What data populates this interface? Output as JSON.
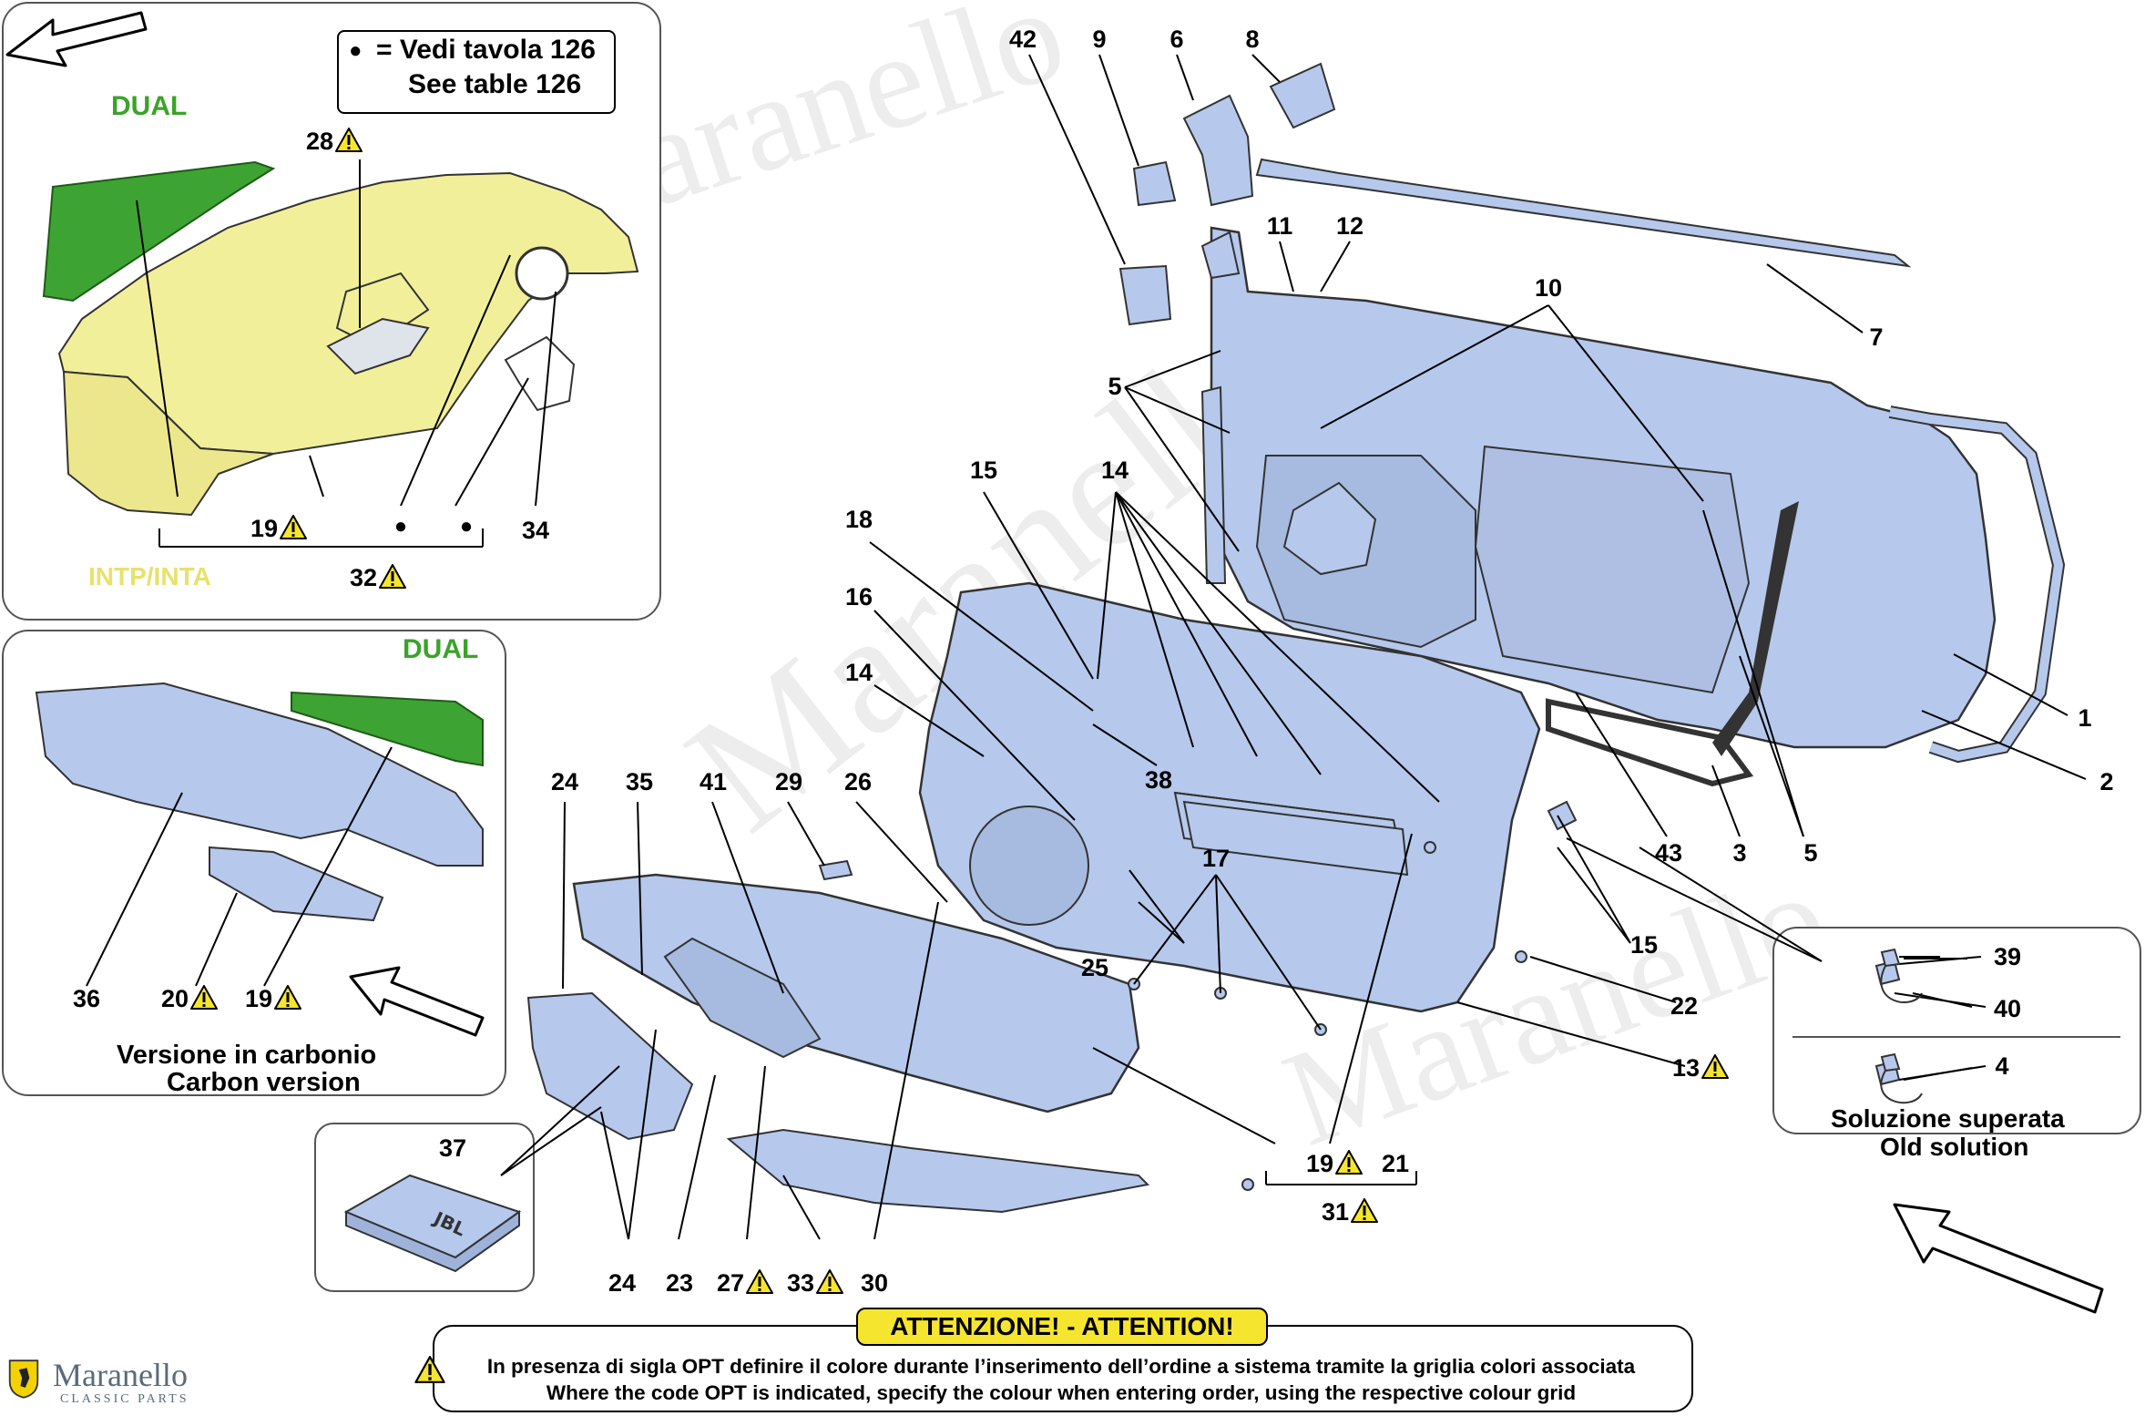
{
  "legend": {
    "symbol": "●",
    "line1": "= Vedi tavola 126",
    "line2": "See table 126"
  },
  "variants": {
    "dual_top": "DUAL",
    "intp": "INTP/INTA",
    "dual_carbon": "DUAL",
    "carbon_it": "Versione in carbonio",
    "carbon_en": "Carbon version",
    "old_it": "Soluzione superata",
    "old_en": "Old solution"
  },
  "callouts": {
    "c42": "42",
    "c9": "9",
    "c6": "6",
    "c8": "8",
    "c11": "11",
    "c12": "12",
    "c10": "10",
    "c7": "7",
    "c5a": "5",
    "c15a": "15",
    "c14a": "14",
    "c18": "18",
    "c16": "16",
    "c14b": "14",
    "c38": "38",
    "c1": "1",
    "c2": "2",
    "c43": "43",
    "c3": "3",
    "c5b": "5",
    "c24a": "24",
    "c35": "35",
    "c41": "41",
    "c29": "29",
    "c26": "26",
    "c17": "17",
    "c15b": "15",
    "c39": "39",
    "c40": "40",
    "c22": "22",
    "c25": "25",
    "c13": "13",
    "c4": "4",
    "c37": "37",
    "c19c": "19",
    "c21": "21",
    "c31": "31",
    "c24b": "24",
    "c23": "23",
    "c27": "27",
    "c33": "33",
    "c30": "30",
    "c28": "28",
    "c19a": "19",
    "c32": "32",
    "c34": "34",
    "c36": "36",
    "c20": "20",
    "c19b": "19"
  },
  "bullets": {
    "b1": "●",
    "b2": "●"
  },
  "attention": {
    "title": "ATTENZIONE! - ATTENTION!",
    "it": "In presenza di sigla OPT definire il colore durante l’inserimento dell’ordine a sistema tramite la griglia colori associata",
    "en": "Where the code OPT is indicated, specify the colour when entering order, using the respective colour grid"
  },
  "brand": {
    "name": "Maranello",
    "sub": "CLASSIC PARTS"
  },
  "colors": {
    "part_blue": "#b6c8ec",
    "part_yellow": "#f2ef9a",
    "part_green": "#3da332",
    "dual_text": "#3ba32a",
    "intp_text": "#e8e16b",
    "attention_yellow": "#f6e52e",
    "warning_yellow": "#f6e52e"
  },
  "icons": [
    "arrow-icon",
    "warning-icon",
    "bullet-icon",
    "jbl-badge-icon"
  ]
}
